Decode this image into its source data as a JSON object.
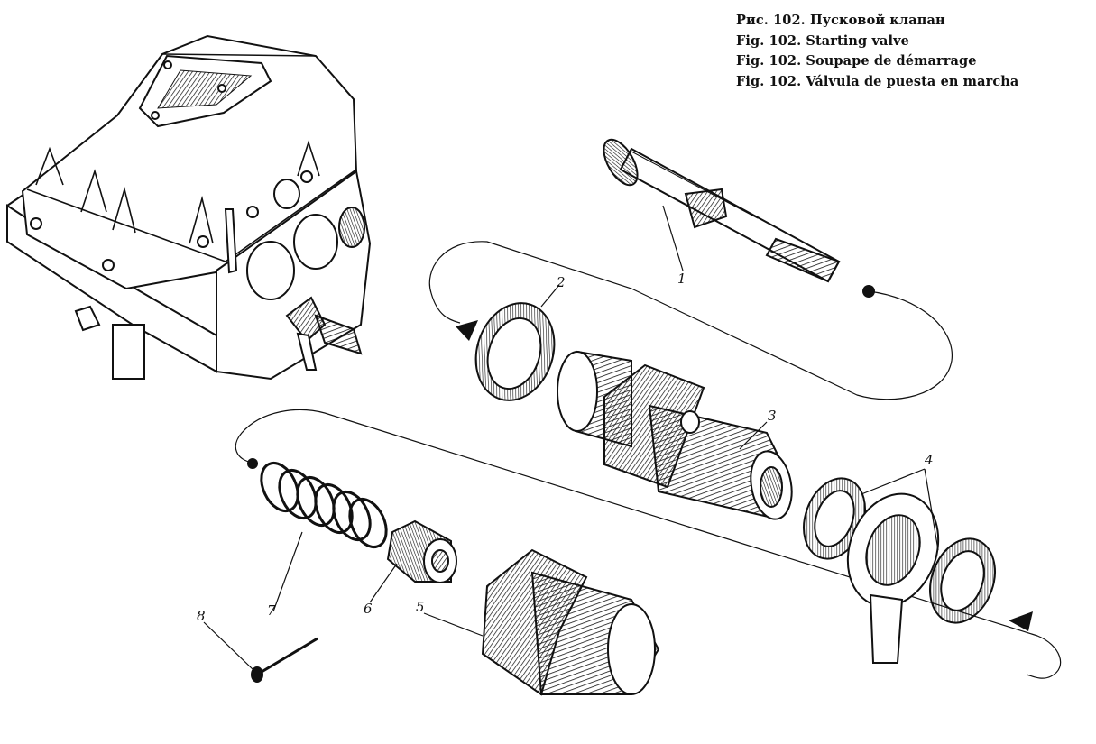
{
  "caption": {
    "ru": "Рис. 102. Пусковой клапан",
    "en": "Fig. 102. Starting valve",
    "fr": "Fig. 102. Soupape de démarrage",
    "es": "Fig. 102. Válvula de puesta en marcha"
  },
  "callouts": [
    "1",
    "2",
    "3",
    "4",
    "5",
    "6",
    "7",
    "8"
  ],
  "colors": {
    "ink": "#111111",
    "paper": "#ffffff"
  }
}
